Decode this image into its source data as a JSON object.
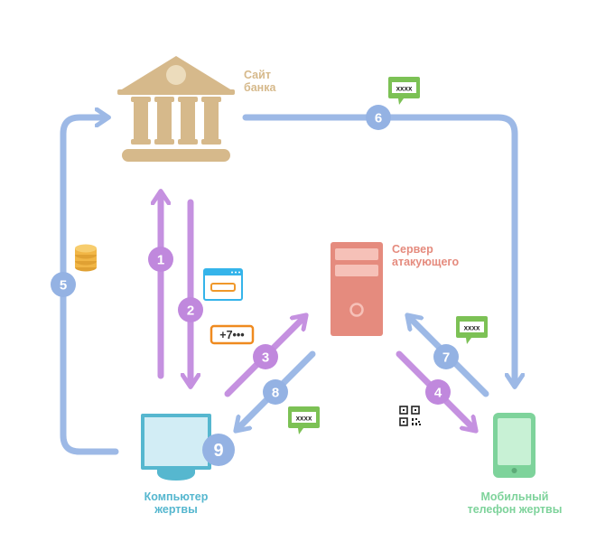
{
  "labels": {
    "bank": "Сайт\nбанка",
    "server": "Сервер\nатакующего",
    "computer": "Компьютер\nжертвы",
    "phone": "Мобильный\nтелефон жертвы"
  },
  "steps": {
    "s1": "1",
    "s2": "2",
    "s3": "3",
    "s4": "4",
    "s5": "5",
    "s6": "6",
    "s7": "7",
    "s8": "8",
    "s9": "9"
  },
  "messages": {
    "sms_code": "xxxx",
    "phone_number": "+7•••"
  },
  "colors": {
    "blue_flow": "#9db9e6",
    "purple_flow": "#c591e0",
    "blue_step": "#94b2e3",
    "purple_step": "#c088dd",
    "bank": "#d6b98b",
    "server": "#e58b7e",
    "computer": "#56b7cf",
    "phone": "#7ed39b",
    "sms_green": "#7cc155",
    "coins": "#f1b646",
    "phone_badge": "#ef8a1f"
  },
  "icons": [
    "bank-icon",
    "server-icon",
    "computer-icon",
    "phone-icon",
    "coins-icon",
    "browser-window-icon",
    "qr-code-icon",
    "sms-bubble-icon",
    "phone-number-badge-icon"
  ]
}
